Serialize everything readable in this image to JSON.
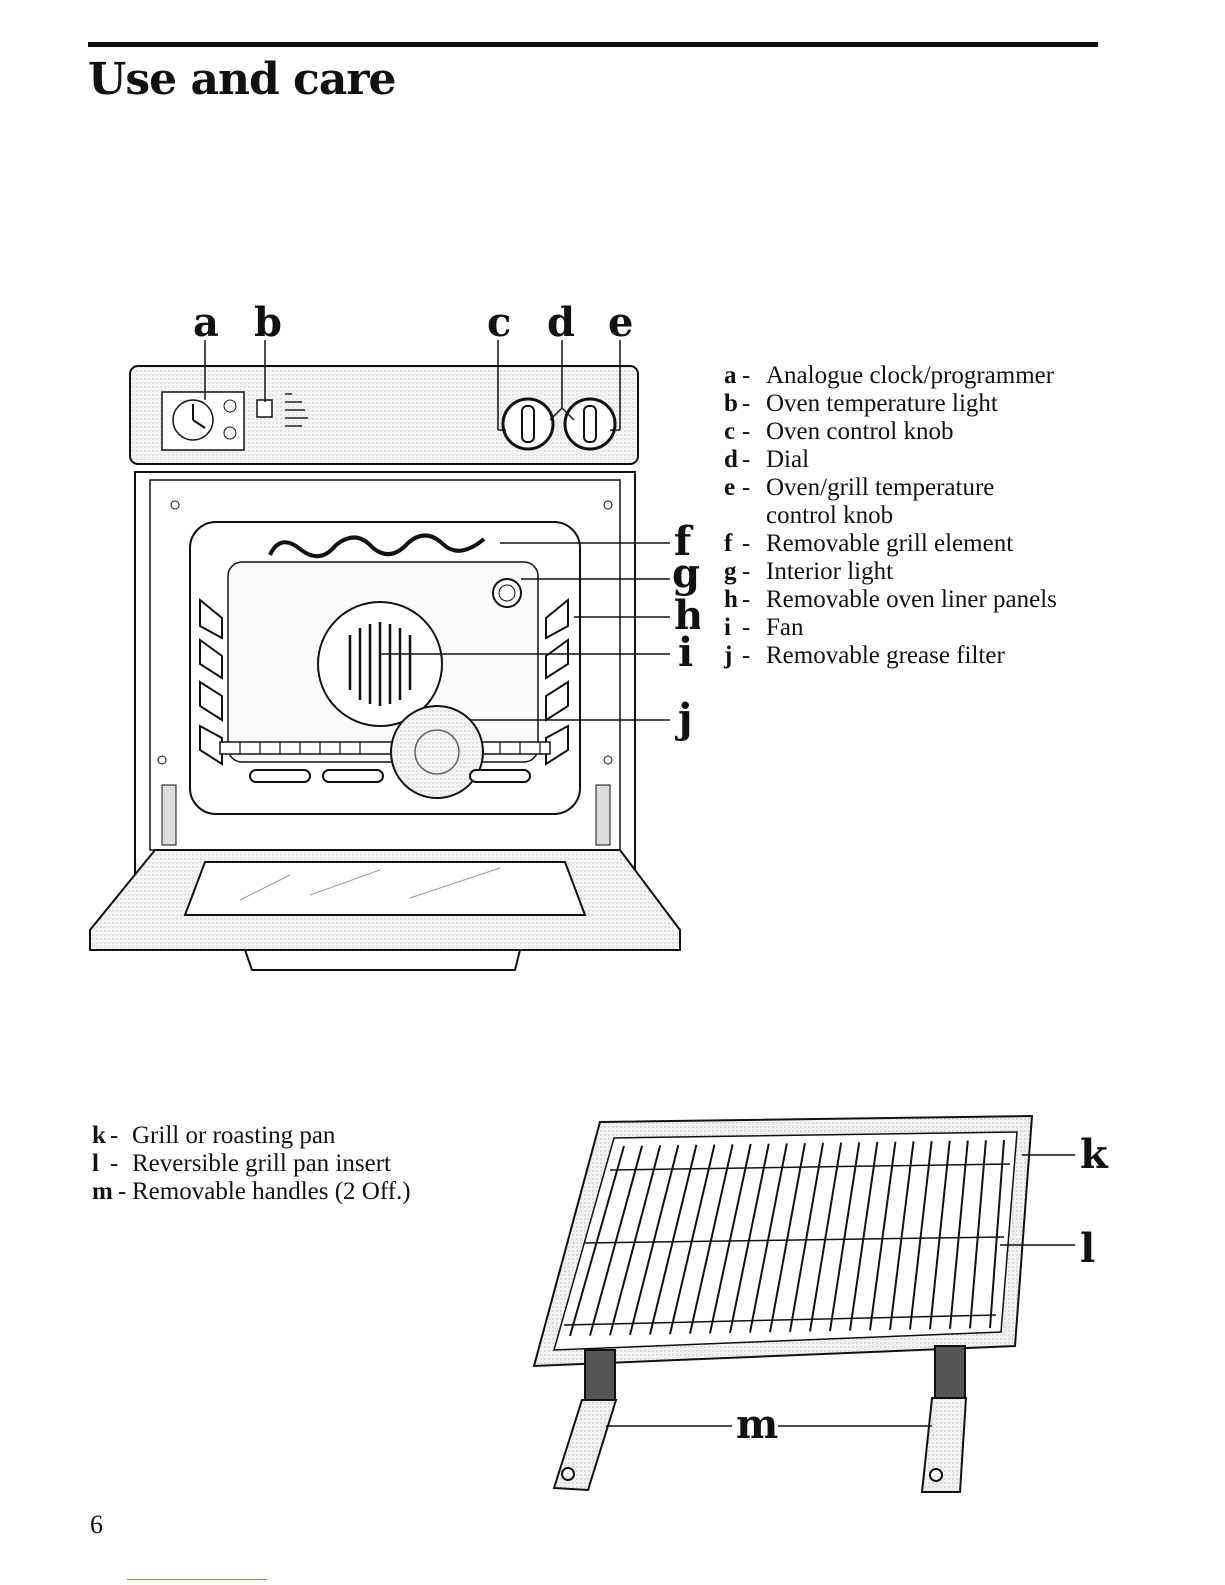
{
  "header": {
    "title": "Use and care"
  },
  "oven_figure": {
    "labels": [
      "a",
      "b",
      "c",
      "d",
      "e",
      "f",
      "g",
      "h",
      "i",
      "j"
    ]
  },
  "oven_legend": [
    {
      "key": "a",
      "text": "Analogue clock/programmer"
    },
    {
      "key": "b",
      "text": "Oven temperature light"
    },
    {
      "key": "c",
      "text": "Oven control knob"
    },
    {
      "key": "d",
      "text": "Dial"
    },
    {
      "key": "e",
      "text": "Oven/grill temperature",
      "cont": "control knob"
    },
    {
      "key": "f",
      "text": "Removable grill element"
    },
    {
      "key": "g",
      "text": "Interior light"
    },
    {
      "key": "h",
      "text": "Removable oven liner panels"
    },
    {
      "key": "i",
      "text": "Fan"
    },
    {
      "key": "j",
      "text": "Removable grease filter"
    }
  ],
  "pan_legend": [
    {
      "key": "k",
      "text": "Grill or roasting pan"
    },
    {
      "key": "l",
      "text": "Reversible grill pan insert"
    },
    {
      "key": "m",
      "text": "Removable handles (2 Off.)"
    }
  ],
  "pan_figure": {
    "labels": [
      "k",
      "l",
      "m"
    ]
  },
  "footer": {
    "page_number": "6"
  },
  "colors": {
    "ink": "#111111",
    "panel": "#ececec"
  }
}
